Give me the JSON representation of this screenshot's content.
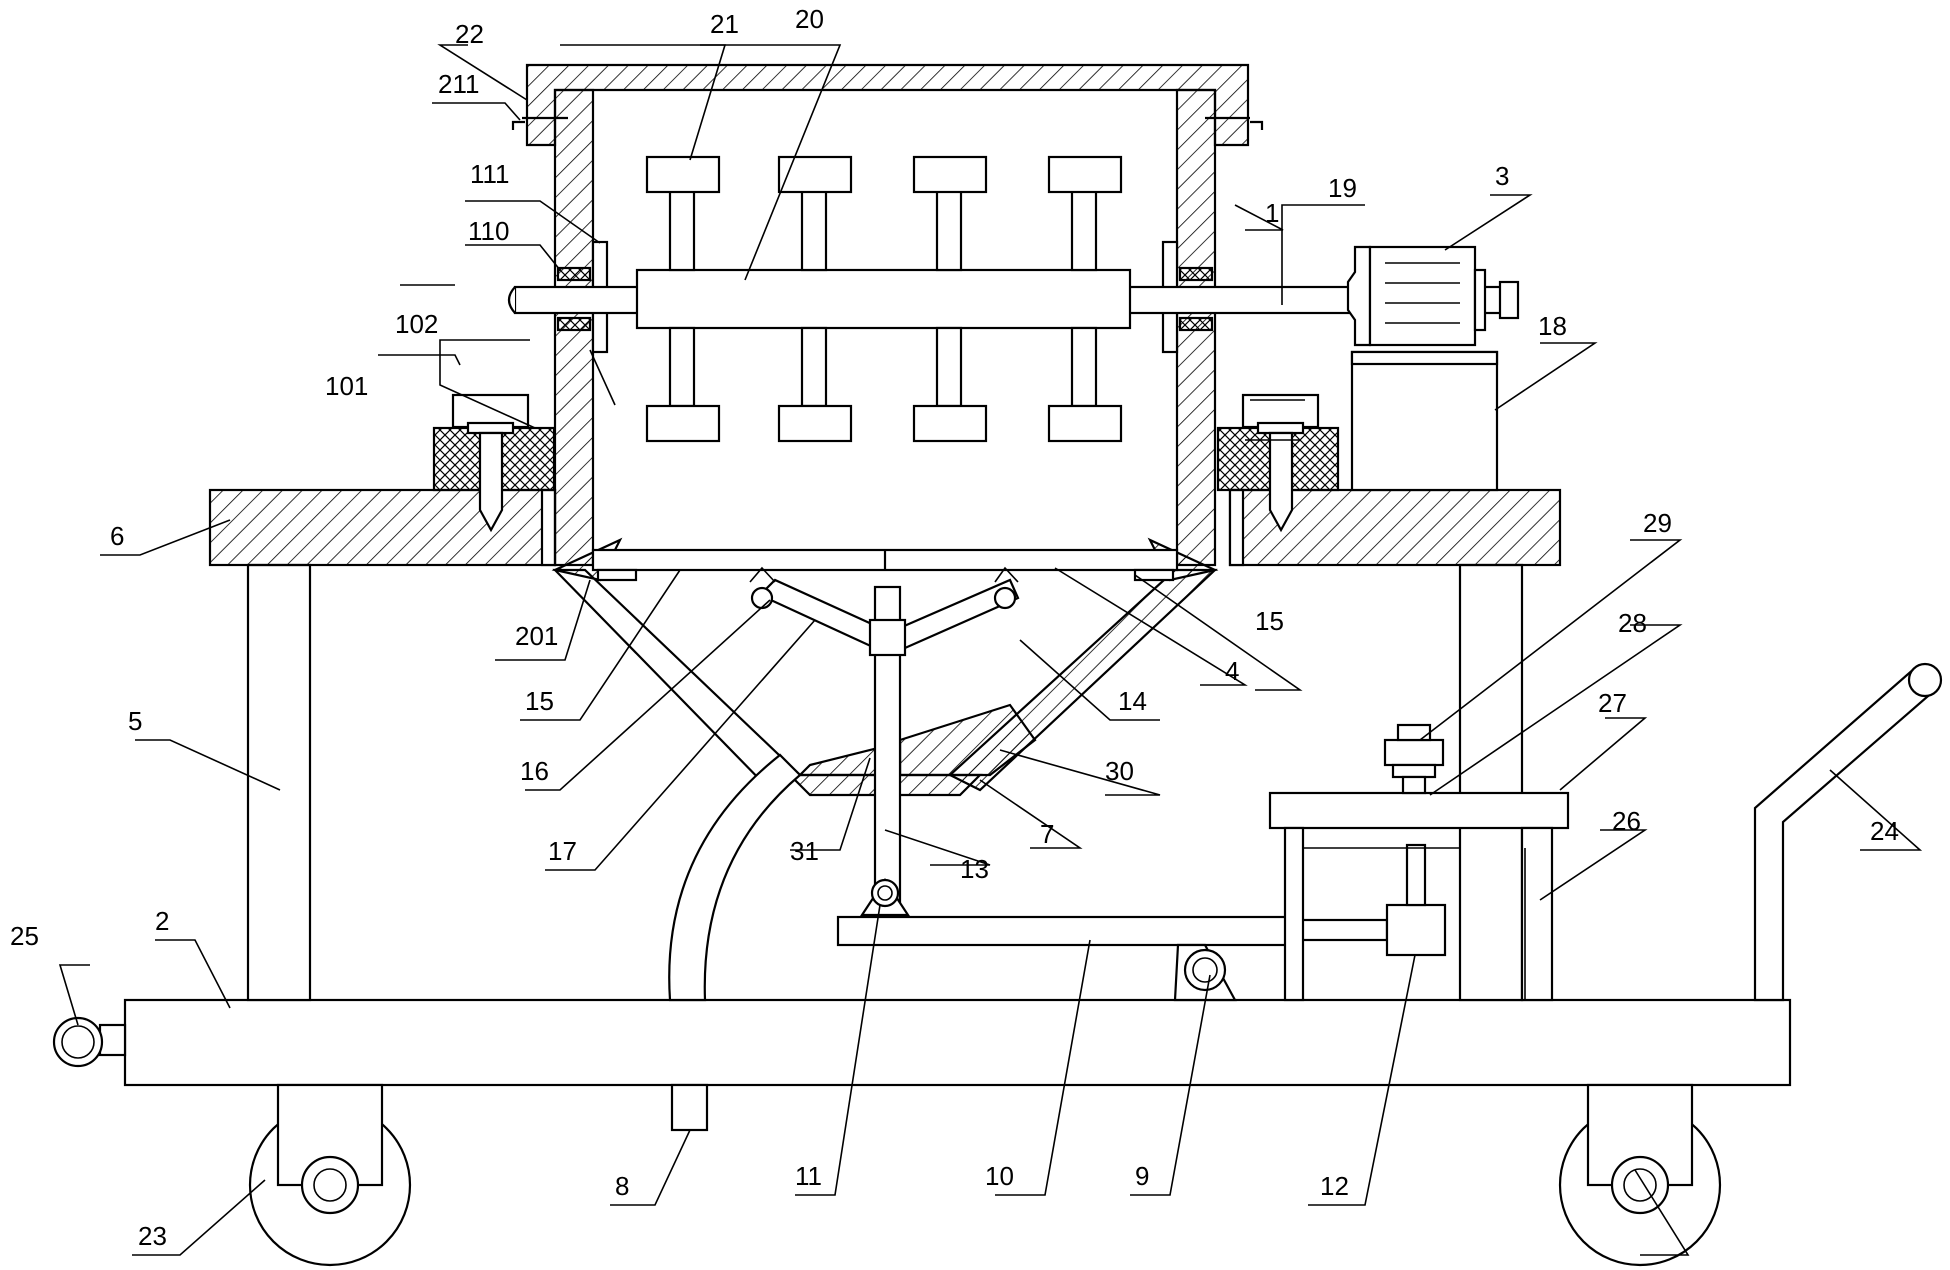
{
  "figure": {
    "labels": [
      "1",
      "2",
      "3",
      "4",
      "5",
      "6",
      "7",
      "8",
      "9",
      "10",
      "11",
      "12",
      "13",
      "14",
      "15",
      "15",
      "16",
      "17",
      "18",
      "19",
      "20",
      "21",
      "22",
      "23",
      "24",
      "25",
      "26",
      "27",
      "28",
      "29",
      "30",
      "31",
      "101",
      "102",
      "110",
      "111",
      "201",
      "211"
    ]
  }
}
